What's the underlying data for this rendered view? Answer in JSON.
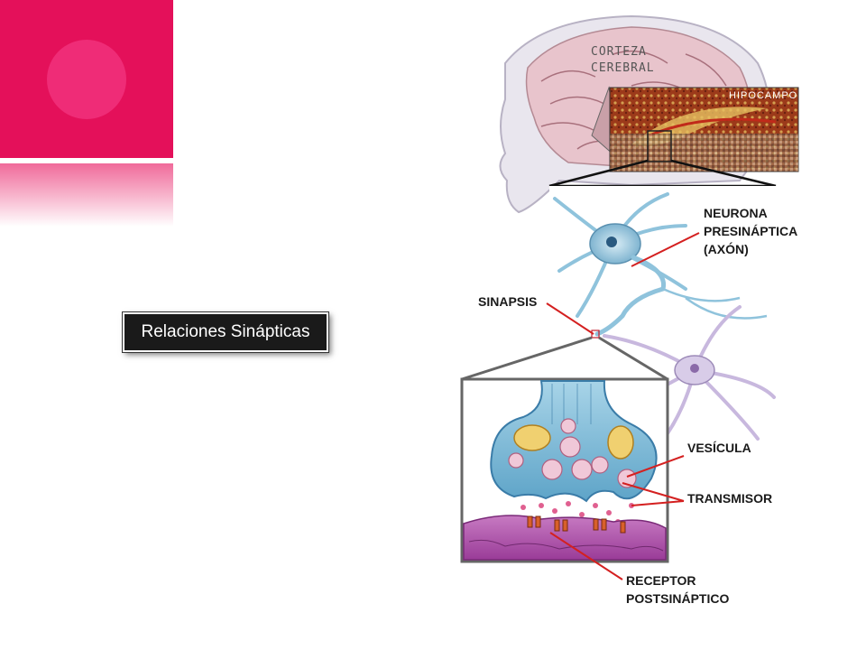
{
  "slide": {
    "title": "Relaciones Sinápticas"
  },
  "diagram": {
    "labels": {
      "cortex_line1": "CORTEZA",
      "cortex_line2": "CEREBRAL",
      "hippocampus": "HIPOCAMPO",
      "neuron_line1": "NEURONA",
      "neuron_line2": "PRESINÁPTICA",
      "neuron_line3": "(AXÓN)",
      "synapse": "SINAPSIS",
      "vesicle": "VESÍCULA",
      "transmitter": "TRANSMISOR",
      "receptor_line1": "RECEPTOR",
      "receptor_line2": "POSTSINÁPTICO"
    },
    "colors": {
      "accent": "#e4105a",
      "leader_line": "#d42020",
      "neuron": "#8fc3dc",
      "postsynaptic": "#b24fb0"
    }
  }
}
